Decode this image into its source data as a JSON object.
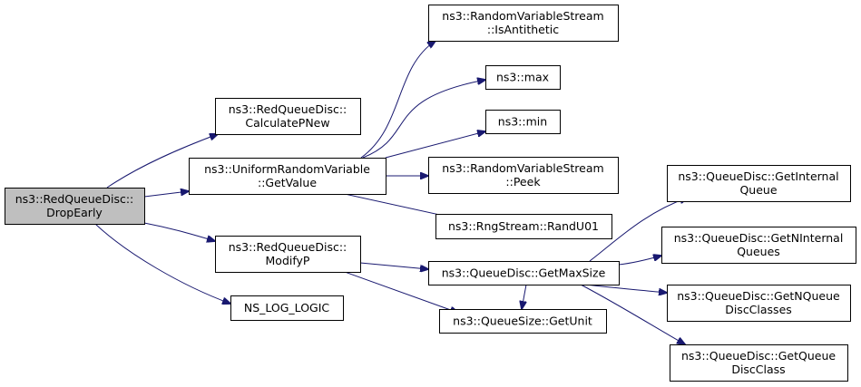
{
  "colors": {
    "edge": "#191970",
    "node_border": "#000000",
    "node_fill": "#ffffff",
    "root_fill": "#bfbfbf"
  },
  "nodes": {
    "drop_early": {
      "lines": [
        "ns3::RedQueueDisc::",
        "DropEarly"
      ],
      "root": true
    },
    "calculate_pnew": {
      "lines": [
        "ns3::RedQueueDisc::",
        "CalculatePNew"
      ]
    },
    "uniform_getvalue": {
      "lines": [
        "ns3::UniformRandomVariable",
        "::GetValue"
      ]
    },
    "modify_p": {
      "lines": [
        "ns3::RedQueueDisc::",
        "ModifyP"
      ]
    },
    "ns_log_logic": {
      "lines": [
        "NS_LOG_LOGIC"
      ]
    },
    "is_antithetic": {
      "lines": [
        "ns3::RandomVariableStream",
        "::IsAntithetic"
      ]
    },
    "max": {
      "lines": [
        "ns3::max"
      ]
    },
    "min": {
      "lines": [
        "ns3::min"
      ]
    },
    "peek": {
      "lines": [
        "ns3::RandomVariableStream",
        "::Peek"
      ]
    },
    "rand_u01": {
      "lines": [
        "ns3::RngStream::RandU01"
      ]
    },
    "get_max_size": {
      "lines": [
        "ns3::QueueDisc::GetMaxSize"
      ]
    },
    "get_unit": {
      "lines": [
        "ns3::QueueSize::GetUnit"
      ]
    },
    "get_internal_queue": {
      "lines": [
        "ns3::QueueDisc::GetInternal",
        "Queue"
      ]
    },
    "get_n_internal_queues": {
      "lines": [
        "ns3::QueueDisc::GetNInternal",
        "Queues"
      ]
    },
    "get_n_queue_disc_classes": {
      "lines": [
        "ns3::QueueDisc::GetNQueue",
        "DiscClasses"
      ]
    },
    "get_queue_disc_class": {
      "lines": [
        "ns3::QueueDisc::GetQueue",
        "DiscClass"
      ]
    }
  },
  "edges": [
    [
      "drop_early",
      "calculate_pnew"
    ],
    [
      "drop_early",
      "uniform_getvalue"
    ],
    [
      "drop_early",
      "modify_p"
    ],
    [
      "drop_early",
      "ns_log_logic"
    ],
    [
      "uniform_getvalue",
      "is_antithetic"
    ],
    [
      "uniform_getvalue",
      "max"
    ],
    [
      "uniform_getvalue",
      "min"
    ],
    [
      "uniform_getvalue",
      "peek"
    ],
    [
      "uniform_getvalue",
      "rand_u01"
    ],
    [
      "modify_p",
      "get_max_size"
    ],
    [
      "modify_p",
      "get_unit"
    ],
    [
      "get_max_size",
      "get_unit"
    ],
    [
      "get_max_size",
      "get_internal_queue"
    ],
    [
      "get_max_size",
      "get_n_internal_queues"
    ],
    [
      "get_max_size",
      "get_n_queue_disc_classes"
    ],
    [
      "get_max_size",
      "get_queue_disc_class"
    ]
  ]
}
